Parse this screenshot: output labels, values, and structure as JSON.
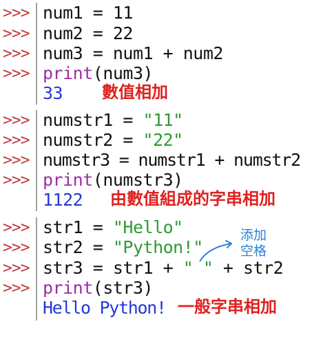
{
  "prompt": ">>>",
  "block1": {
    "lines": [
      "num1 = 11",
      "num2 = 22",
      "num3 = num1 + num2"
    ],
    "print_kw": "print",
    "print_arg": "(num3)",
    "output": "33",
    "note": "數值相加"
  },
  "block2": {
    "line1_a": "numstr1 = ",
    "line1_s": "\"11\"",
    "line2_a": "numstr2 = ",
    "line2_s": "\"22\"",
    "line3": "numstr3 = numstr1 + numstr2",
    "print_kw": "print",
    "print_arg": "(numstr3)",
    "output": "1122",
    "note": "由數值組成的字串相加"
  },
  "block3": {
    "line1_a": "str1 = ",
    "line1_s": "\"Hello\"",
    "line2_a": "str2 = ",
    "line2_s": "\"Python!\"",
    "line3_a": "str3 = str1 + ",
    "line3_s": "\" \"",
    "line3_b": " + str2",
    "print_kw": "print",
    "print_arg": "(str3)",
    "output": "Hello Python!",
    "note": "一般字串相加",
    "side_note_line1": "添加",
    "side_note_line2": "空格"
  },
  "colors": {
    "prompt": "#c23b3b",
    "keyword": "#9a2fa3",
    "string": "#2e9b33",
    "output": "#2438d6",
    "note": "#e02020",
    "side_note": "#2c7fd4"
  }
}
